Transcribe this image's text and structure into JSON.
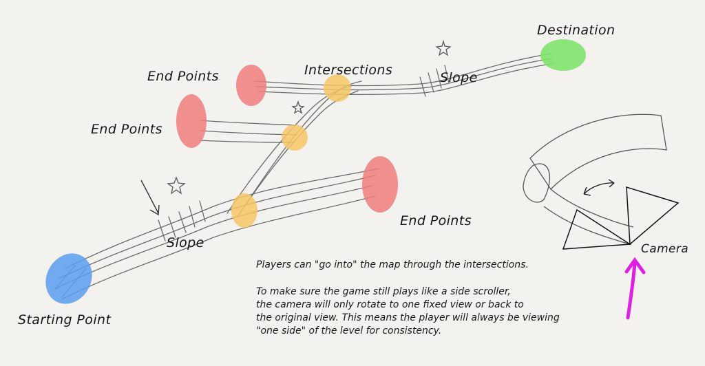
{
  "labels": {
    "destination": "Destination",
    "intersections": "Intersections",
    "slope_upper": "Slope",
    "slope_lower": "Slope",
    "end_points_1": "End Points",
    "end_points_2": "End Points",
    "end_points_3": "End Points",
    "starting_point": "Starting Point",
    "camera": "Camera"
  },
  "notes": {
    "line1": "Players can \"go into\" the map through the intersections.",
    "line2": "To make sure the game still plays like a side scroller,",
    "line3": "the camera will only rotate to one fixed view or back to",
    "line4": "the original view. This means the player will always be viewing",
    "line5": "\"one side\" of the level for consistency."
  },
  "colors": {
    "end_point": "#f07c7c",
    "intersection": "#f6c766",
    "destination": "#7fe36c",
    "start": "#5b9ef0",
    "camera_arrow": "#e020e0",
    "pencil": "#6a6a6a"
  }
}
